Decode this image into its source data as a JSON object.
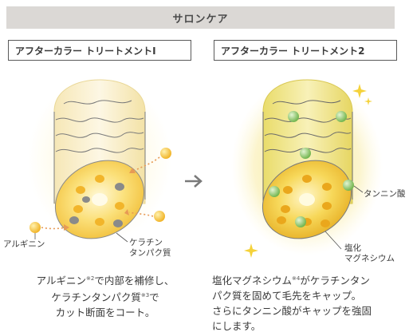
{
  "header": {
    "title": "サロンケア"
  },
  "step1": {
    "label": "アフターカラー トリートメントⅠ",
    "callouts": {
      "arginine": "アルギニン",
      "keratin_line1": "ケラチン",
      "keratin_line2": "タンパク質"
    },
    "caption": {
      "line1_a": "アルギニン",
      "line1_sup": "※2",
      "line1_b": "で内部を補修し、",
      "line2_a": "ケラチンタンパク質",
      "line2_sup": "※3",
      "line2_b": "で",
      "line3": "カット断面をコート。"
    }
  },
  "step2": {
    "label": "アフターカラー トリートメント2",
    "callouts": {
      "tannic_acid": "タンニン酸",
      "mg_line1": "塩化",
      "mg_line2": "マグネシウム"
    },
    "caption": {
      "line1_a": "塩化マグネシウム",
      "line1_sup": "※4",
      "line1_b": "がケラチンタン",
      "line2": "パク質を固めて毛先をキャップ。",
      "line3": "さらにタンニン酸がキャップを強固",
      "line4": "にします。"
    }
  },
  "arrow_icon": "right-arrow-icon",
  "colors": {
    "header_bg": "#dbd8d5",
    "hair_cream": "#fbf3d9",
    "glow_yellow": "#f7e27a",
    "core_orange": "#f6c542",
    "green_dot": "#8cc56a",
    "gray_dot": "#8a8a8a",
    "dotted_arrow": "#e79a55"
  }
}
